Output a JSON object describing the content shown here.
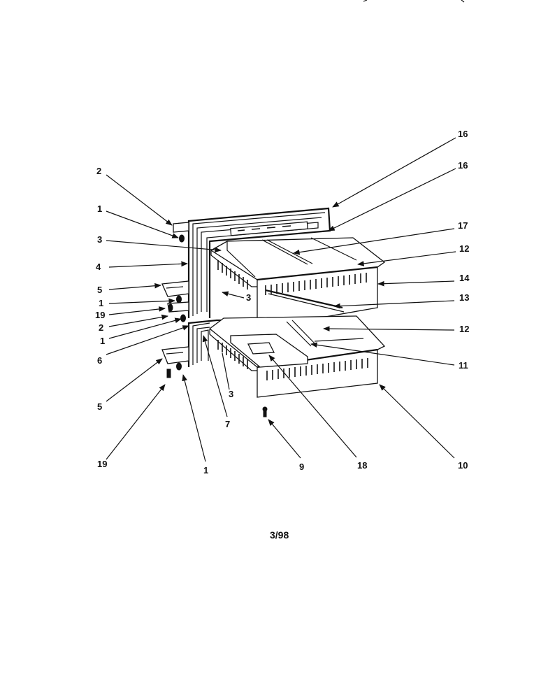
{
  "diagram": {
    "callouts": [
      "16",
      "16",
      "17",
      "12",
      "14",
      "13",
      "12",
      "11",
      "10",
      "18",
      "9",
      "7",
      "3",
      "19",
      "1",
      "5",
      "6",
      "1",
      "2",
      "19",
      "1",
      "5",
      "4",
      "3",
      "1",
      "2",
      "3"
    ],
    "footer_date": "3/98"
  }
}
